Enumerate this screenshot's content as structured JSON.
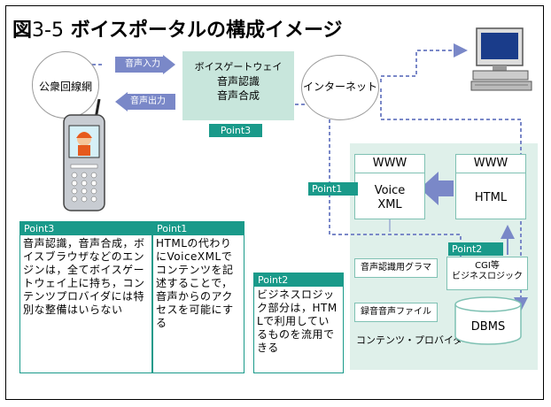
{
  "title": {
    "figure": "図",
    "number": "3-5",
    "text": "ボイスポータルの構成イメージ"
  },
  "nodes": {
    "public_network": "公衆回線網",
    "internet": "インターネット",
    "gateway_lines": [
      "ボイスゲートウェイ",
      "音声認識",
      "音声合成"
    ]
  },
  "arrows": {
    "voice_input": "音声入力",
    "voice_output": "音声出力"
  },
  "points": {
    "p3_gateway": "Point3",
    "p1_voicexml": "Point1",
    "p2_logic": "Point2"
  },
  "notes": [
    {
      "tag": "Point3",
      "text": "音声認識，音声合成，ボイスブラウザなどのエンジンは，全てボイスゲートウェイ上に持ち，コンテンツプロバイダには特別な整備はいらない"
    },
    {
      "tag": "Point1",
      "text": "HTMLの代わりにVoiceXMLでコンテンツを記述することで，音声からのアクセスを可能にする"
    },
    {
      "tag": "Point2",
      "text": "ビジネスロジック部分は，HTMLで利用しているものを流用できる"
    }
  ],
  "provider": {
    "www1": "WWW",
    "voicexml_lines": [
      "Voice",
      "XML"
    ],
    "www2": "WWW",
    "html": "HTML",
    "grammar": "音声認識用グラマ",
    "cgi_lines": [
      "CGI等",
      "ビジネスロジック"
    ],
    "recorded": "録音音声ファイル",
    "provider_label": "コンテンツ・プロバイダ",
    "dbms": "DBMS"
  },
  "colors": {
    "teal": "#1a9a8a",
    "arrow_blue": "#7a88c8",
    "gateway_fill": "#c8e6dc",
    "panel_fill": "#dff0ea"
  },
  "icons": [
    "mobile-phone-icon",
    "computer-icon"
  ]
}
